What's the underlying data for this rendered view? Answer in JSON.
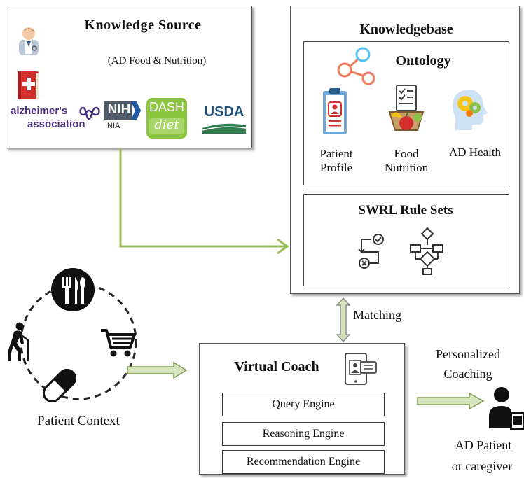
{
  "knowledge_source": {
    "title": "Knowledge Source",
    "subtitle": "(AD Food & Nutrition)",
    "logos": {
      "alzheimers_line1": "alzheimer's",
      "alzheimers_line2": "association",
      "nih": "NIH",
      "nia": "NIA",
      "dash1": "DASH",
      "dash2": "diet",
      "usda": "USDA"
    }
  },
  "knowledgebase": {
    "title": "Knowledgebase",
    "ontology": {
      "title": "Ontology",
      "items": [
        {
          "label_line1": "Patient",
          "label_line2": "Profile",
          "icon": "clipboard-profile-icon"
        },
        {
          "label_line1": "Food",
          "label_line2": "Nutrition",
          "icon": "food-basket-icon"
        },
        {
          "label_line1": "AD Health",
          "label_line2": "",
          "icon": "brain-head-icon"
        }
      ]
    },
    "swrl": {
      "title": "SWRL Rule Sets"
    }
  },
  "connectors": {
    "matching": "Matching"
  },
  "patient_context": {
    "label": "Patient Context"
  },
  "virtual_coach": {
    "title": "Virtual Coach",
    "engines": [
      "Query Engine",
      "Reasoning Engine",
      "Recommendation Engine"
    ]
  },
  "output": {
    "arrow_label_line1": "Personalized",
    "arrow_label_line2": "Coaching",
    "recipient_line1": "AD Patient",
    "recipient_line2": "or caregiver"
  },
  "colors": {
    "green_arrow": "#9bbb59",
    "green_arrow_fill": "#d7e4bd",
    "box_border": "#555555"
  }
}
